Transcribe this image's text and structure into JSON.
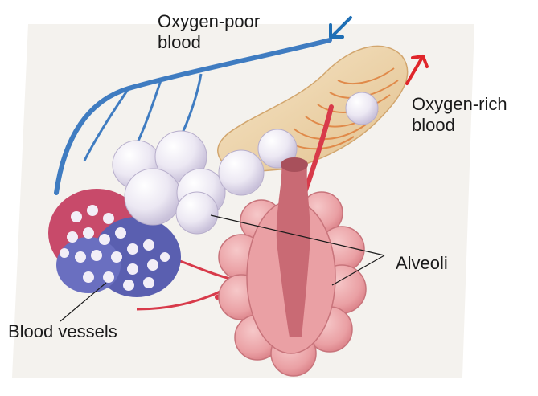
{
  "labels": {
    "oxygen_poor_line1": "Oxygen-poor",
    "oxygen_poor_line2": "blood",
    "oxygen_rich_line1": "Oxygen-rich",
    "oxygen_rich_line2": "blood",
    "alveoli": "Alveoli",
    "blood_vessels": "Blood vessels"
  },
  "colors": {
    "oxygen_poor_arrow": "#1f6fb5",
    "oxygen_rich_arrow": "#e0262b",
    "vein": "#3f7cc1",
    "artery": "#d83a4a",
    "alveolus_tissue": "#eba4a8",
    "air_sac": "#ece8f3",
    "bronchiole": "#ecd4ad"
  }
}
